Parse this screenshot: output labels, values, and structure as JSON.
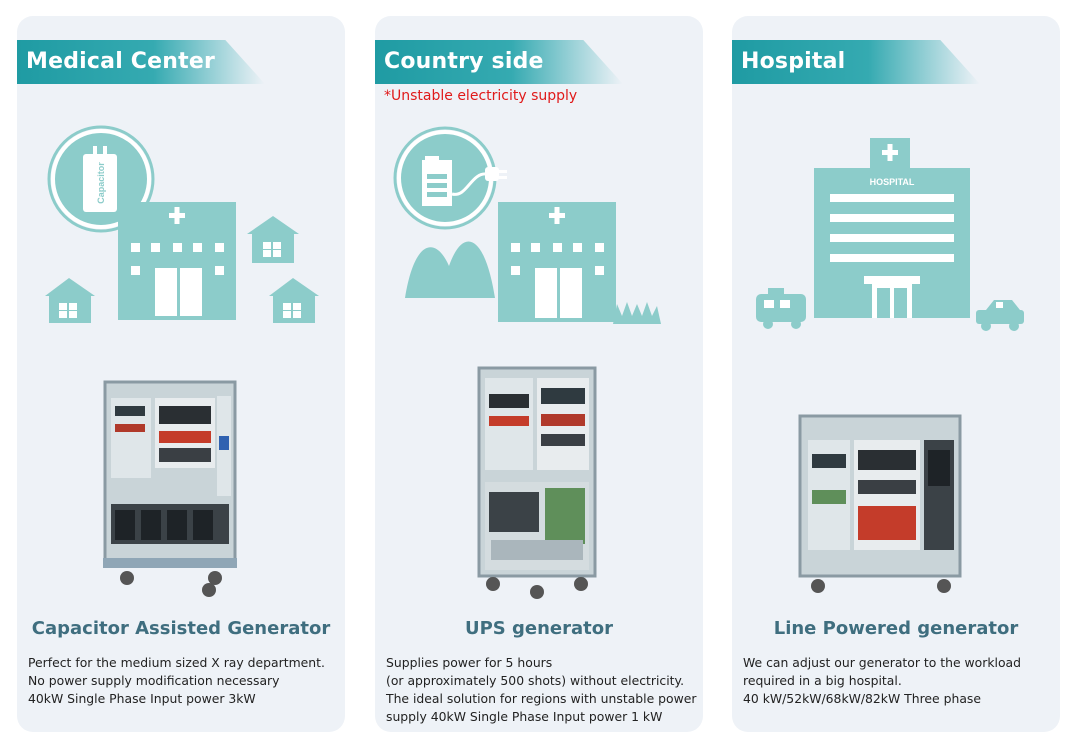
{
  "colors": {
    "teal": "#8cccca",
    "banner": "#2aa3aa",
    "title": "#3f6e7f",
    "note": "#e01a1a",
    "card": "#eef2f7"
  },
  "cards": [
    {
      "banner": "Medical Center",
      "note": "",
      "capacitor_label": "Capacitor",
      "title": "Capacitor Assisted Generator",
      "lines": [
        "Perfect for the medium sized X ray department.",
        "No power supply modification necessary",
        "40kW Single Phase Input power 3kW"
      ]
    },
    {
      "banner": "Country side",
      "note": "*Unstable electricity supply",
      "title": "UPS generator",
      "lines": [
        "Supplies power for 5 hours",
        "(or approximately 500 shots) without electricity.",
        "The ideal solution  for regions with unstable power",
        "supply 40kW Single Phase  Input power 1 kW"
      ]
    },
    {
      "banner": "Hospital",
      "note": "",
      "building_label": "HOSPITAL",
      "title": "Line Powered generator",
      "lines": [
        "We can adjust our generator to the workload",
        "required in a big hospital.",
        "40 kW/52kW/68kW/82kW Three phase"
      ]
    }
  ]
}
